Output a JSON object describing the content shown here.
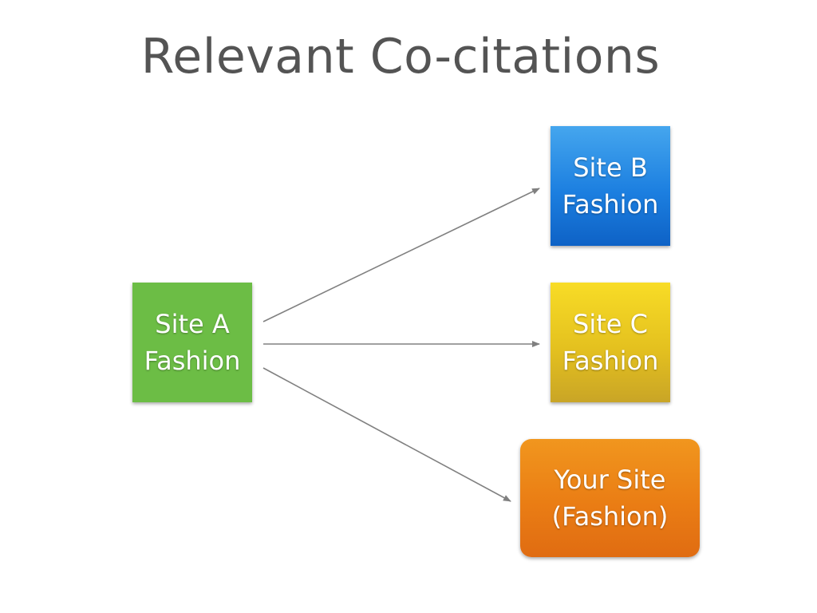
{
  "title": "Relevant Co-citations",
  "nodes": {
    "site_a": {
      "line1": "Site A",
      "line2": "Fashion",
      "color": "#6cbd45"
    },
    "site_b": {
      "line1": "Site B",
      "line2": "Fashion",
      "color": "#1c7fe0"
    },
    "site_c": {
      "line1": "Site C",
      "line2": "Fashion",
      "color": "#e4c11f"
    },
    "your_site": {
      "line1": "Your Site",
      "line2": "(Fashion)",
      "color": "#ea7d14"
    }
  },
  "edges": [
    {
      "from": "site_a",
      "to": "site_b"
    },
    {
      "from": "site_a",
      "to": "site_c"
    },
    {
      "from": "site_a",
      "to": "your_site"
    }
  ],
  "colors": {
    "title": "#545454",
    "arrow": "#808080"
  }
}
